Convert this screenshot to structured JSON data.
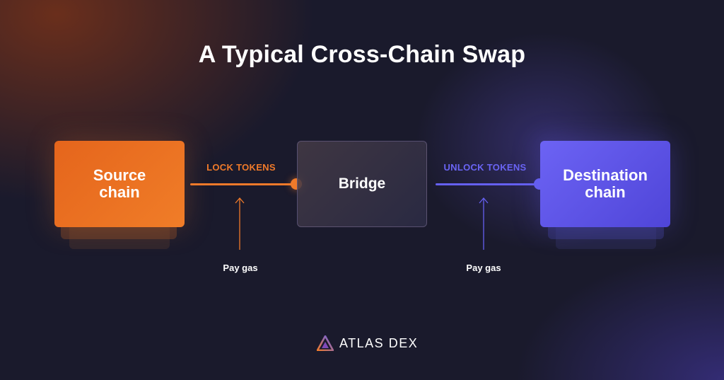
{
  "title": "A Typical Cross-Chain Swap",
  "nodes": {
    "source": "Source chain",
    "bridge": "Bridge",
    "destination": "Destination chain"
  },
  "edges": {
    "lock": "LOCK TOKENS",
    "unlock": "UNLOCK TOKENS"
  },
  "gas": {
    "lock": "Pay gas",
    "unlock": "Pay gas"
  },
  "brand": {
    "name": "ATLAS DEX",
    "logo_icon": "atlas-triangle-icon"
  },
  "colors": {
    "orange": "#f07a2a",
    "purple": "#6560f0",
    "background": "#1a1a2c"
  }
}
